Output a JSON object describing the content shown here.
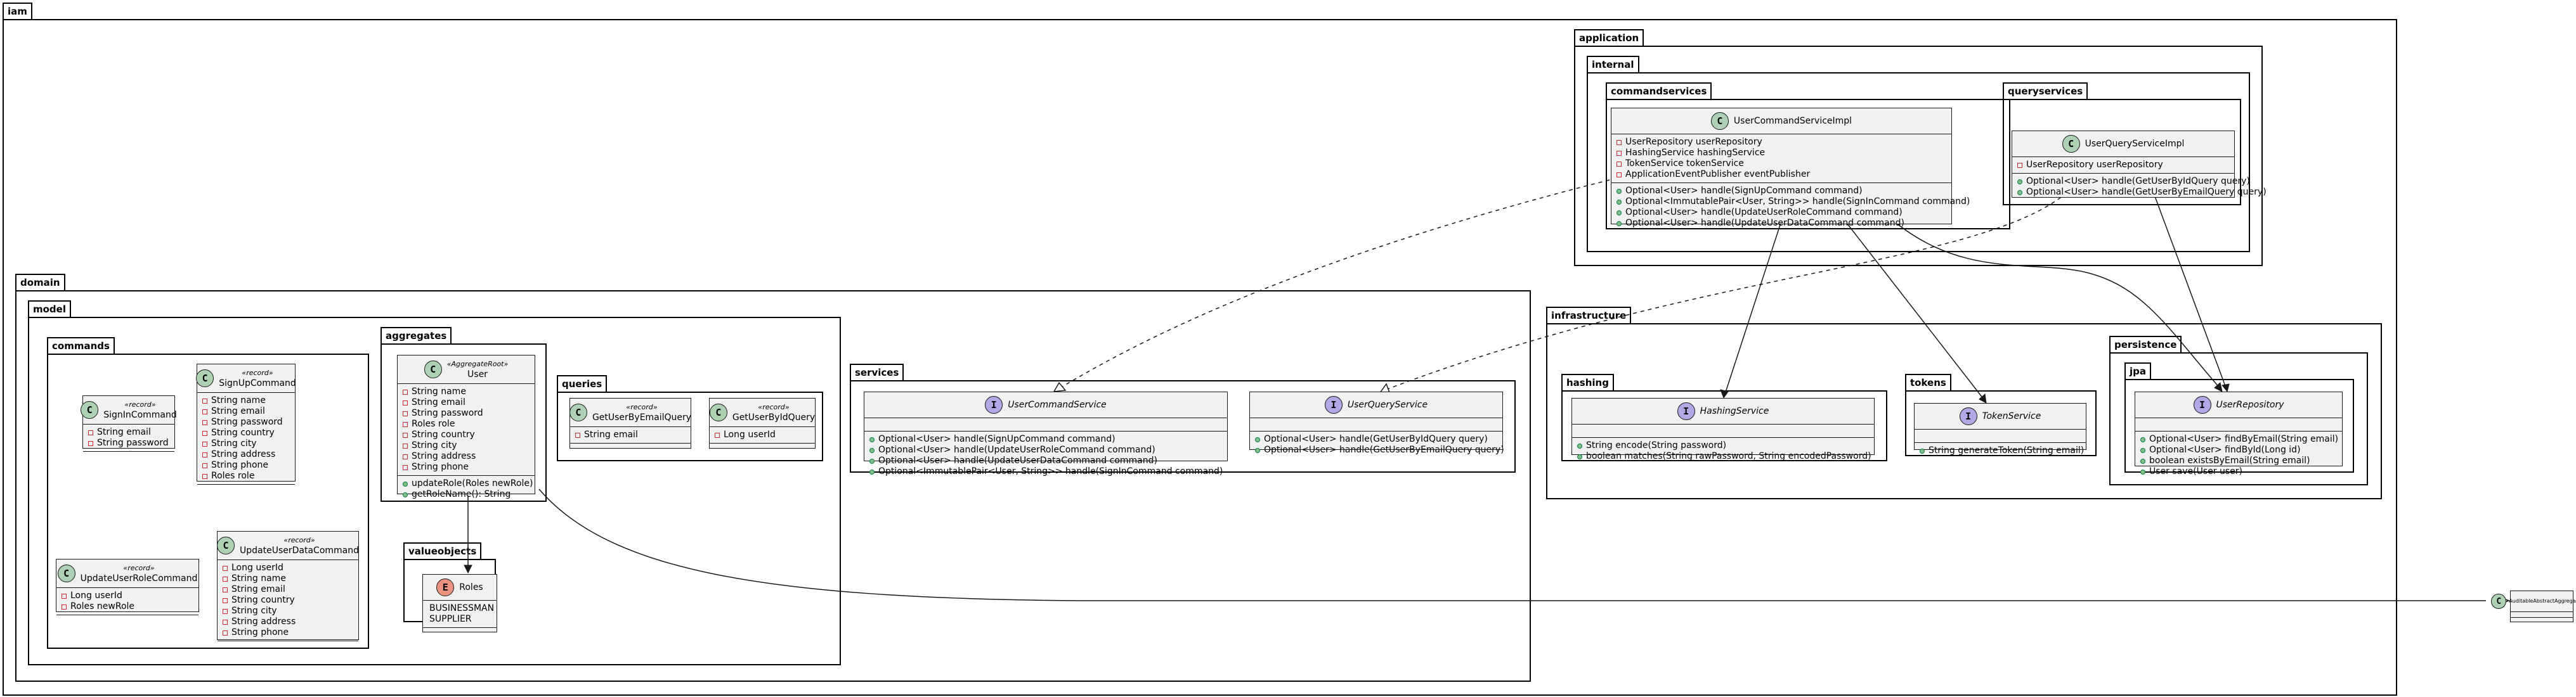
{
  "packages": {
    "iam": "iam",
    "application": "application",
    "internal": "internal",
    "commandservices": "commandservices",
    "queryservices": "queryservices",
    "domain": "domain",
    "model": "model",
    "commands": "commands",
    "aggregates": "aggregates",
    "valueobjects": "valueobjects",
    "queries": "queries",
    "services": "services",
    "infrastructure": "infrastructure",
    "hashing": "hashing",
    "tokens": "tokens",
    "persistence": "persistence",
    "jpa": "jpa"
  },
  "classes": {
    "user_command_service_impl": {
      "name": "UserCommandServiceImpl",
      "badge": "C",
      "fields": [
        "UserRepository userRepository",
        "HashingService hashingService",
        "TokenService tokenService",
        "ApplicationEventPublisher eventPublisher"
      ],
      "methods": [
        "Optional<User> handle(SignUpCommand command)",
        "Optional<ImmutablePair<User, String>> handle(SignInCommand command)",
        "Optional<User> handle(UpdateUserRoleCommand command)",
        "Optional<User> handle(UpdateUserDataCommand command)"
      ]
    },
    "user_query_service_impl": {
      "name": "UserQueryServiceImpl",
      "badge": "C",
      "fields": [
        "UserRepository userRepository"
      ],
      "methods": [
        "Optional<User> handle(GetUserByIdQuery query)",
        "Optional<User> handle(GetUserByEmailQuery query)"
      ]
    },
    "sign_in_command": {
      "name": "SignInCommand",
      "stereotype": "«record»",
      "badge": "C",
      "fields": [
        "String email",
        "String password"
      ]
    },
    "sign_up_command": {
      "name": "SignUpCommand",
      "stereotype": "«record»",
      "badge": "C",
      "fields": [
        "String name",
        "String email",
        "String password",
        "String country",
        "String city",
        "String address",
        "String phone",
        "Roles role"
      ]
    },
    "update_user_role_command": {
      "name": "UpdateUserRoleCommand",
      "stereotype": "«record»",
      "badge": "C",
      "fields": [
        "Long userId",
        "Roles newRole"
      ]
    },
    "update_user_data_command": {
      "name": "UpdateUserDataCommand",
      "stereotype": "«record»",
      "badge": "C",
      "fields": [
        "Long userId",
        "String name",
        "String email",
        "String country",
        "String city",
        "String address",
        "String phone"
      ]
    },
    "user": {
      "name": "User",
      "stereotype": "«AggregateRoot»",
      "badge": "C",
      "fields": [
        "String name",
        "String email",
        "String password",
        "Roles role",
        "String country",
        "String city",
        "String address",
        "String phone"
      ],
      "methods": [
        "updateRole(Roles newRole)",
        "getRoleName(): String"
      ]
    },
    "roles": {
      "name": "Roles",
      "badge": "E",
      "values": [
        "BUSINESSMAN",
        "SUPPLIER"
      ]
    },
    "get_user_by_email_query": {
      "name": "GetUserByEmailQuery",
      "stereotype": "«record»",
      "badge": "C",
      "fields": [
        "String email"
      ]
    },
    "get_user_by_id_query": {
      "name": "GetUserByIdQuery",
      "stereotype": "«record»",
      "badge": "C",
      "fields": [
        "Long userId"
      ]
    },
    "user_command_service": {
      "name": "UserCommandService",
      "badge": "I",
      "methods": [
        "Optional<User> handle(SignUpCommand command)",
        "Optional<User> handle(UpdateUserRoleCommand command)",
        "Optional<User> handle(UpdateUserDataCommand command)",
        "Optional<ImmutablePair<User, String>> handle(SignInCommand command)"
      ]
    },
    "user_query_service": {
      "name": "UserQueryService",
      "badge": "I",
      "methods": [
        "Optional<User> handle(GetUserByIdQuery query)",
        "Optional<User> handle(GetUserByEmailQuery query)"
      ]
    },
    "hashing_service": {
      "name": "HashingService",
      "badge": "I",
      "methods": [
        "String encode(String password)",
        "boolean matches(String rawPassword, String encodedPassword)"
      ]
    },
    "token_service": {
      "name": "TokenService",
      "badge": "I",
      "methods": [
        "String generateToken(String email)"
      ]
    },
    "user_repository": {
      "name": "UserRepository",
      "badge": "I",
      "methods": [
        "Optional<User> findByEmail(String email)",
        "Optional<User> findById(Long id)",
        "boolean existsByEmail(String email)",
        "User save(User user)"
      ]
    },
    "auditable_root": {
      "name": "AuditableAbstractAggregateRoot",
      "badge": "C"
    }
  }
}
